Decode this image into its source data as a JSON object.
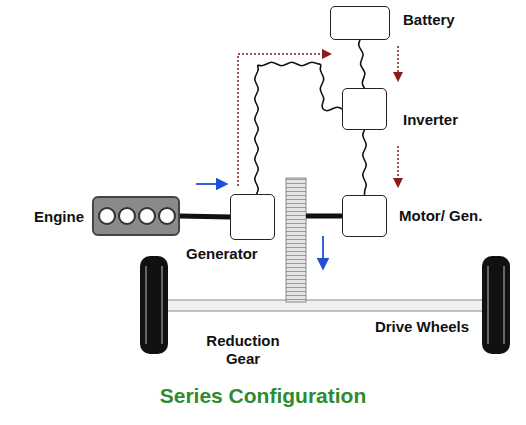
{
  "diagram": {
    "caption": "Series Configuration",
    "nodes": [
      {
        "text": [
          "Battery"
        ]
      },
      {
        "text": [
          "Inverter"
        ]
      },
      {
        "text": [
          "Engine"
        ]
      },
      {
        "text": [
          "Generator"
        ]
      },
      {
        "text": [
          "Motor/ Gen."
        ]
      }
    ],
    "edges": [
      {
        "from": 0,
        "to": 1,
        "arrow": "none"
      },
      {
        "from": 3,
        "to": 1,
        "arrow": "none"
      },
      {
        "from": 1,
        "to": 4,
        "arrow": "none"
      },
      {
        "from": 2,
        "to": 3,
        "arrow": "none"
      }
    ],
    "labels": [
      "Reduction Gear",
      "Drive Wheels"
    ]
  }
}
